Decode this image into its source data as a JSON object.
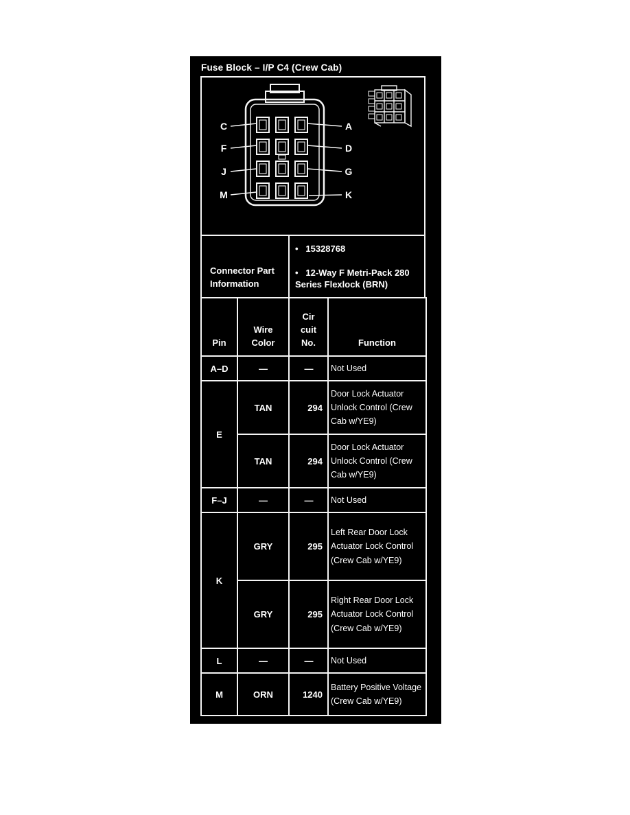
{
  "panel": {
    "title": "Fuse Block – I/P C4 (Crew Cab)"
  },
  "diagram": {
    "left_labels": [
      "C",
      "F",
      "J",
      "M"
    ],
    "right_labels": [
      "A",
      "D",
      "G",
      "K"
    ]
  },
  "connector_info": {
    "label": "Connector Part Information",
    "items": [
      "15328768",
      "12-Way F Metri-Pack 280 Series Flexlock (BRN)"
    ]
  },
  "table": {
    "headers": {
      "pin": "Pin",
      "wire_color": "Wire Color",
      "circuit_no": "Cir cuit No.",
      "function": "Function"
    },
    "groups": [
      {
        "pin": "A–D",
        "entries": [
          {
            "color": "—",
            "circuit": "—",
            "function": "Not Used"
          }
        ]
      },
      {
        "pin": "E",
        "entries": [
          {
            "color": "TAN",
            "circuit": "294",
            "function": "Door Lock Actuator Unlock Control (Crew Cab w/YE9)"
          },
          {
            "color": "TAN",
            "circuit": "294",
            "function": "Door Lock Actuator Unlock Control (Crew Cab w/YE9)"
          }
        ]
      },
      {
        "pin": "F–J",
        "entries": [
          {
            "color": "—",
            "circuit": "—",
            "function": "Not Used"
          }
        ]
      },
      {
        "pin": "K",
        "entries": [
          {
            "color": "GRY",
            "circuit": "295",
            "function": "Left Rear Door Lock Actuator Lock Control (Crew Cab w/YE9)"
          },
          {
            "color": "GRY",
            "circuit": "295",
            "function": "Right Rear Door Lock Actuator Lock Control (Crew Cab w/YE9)"
          }
        ]
      },
      {
        "pin": "L",
        "entries": [
          {
            "color": "—",
            "circuit": "—",
            "function": "Not Used"
          }
        ]
      },
      {
        "pin": "M",
        "entries": [
          {
            "color": "ORN",
            "circuit": "1240",
            "function": "Battery Positive Voltage (Crew Cab w/YE9)"
          }
        ]
      }
    ]
  },
  "colors": {
    "panel_bg": "#000000",
    "line": "#f5f5f5",
    "text": "#ffffff",
    "page_bg": "#ffffff"
  }
}
